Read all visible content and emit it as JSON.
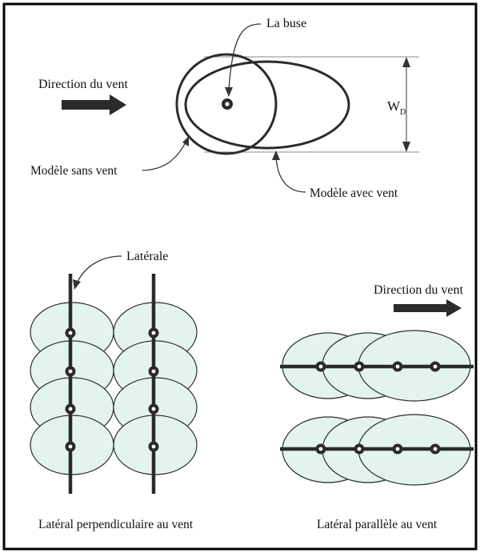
{
  "labels": {
    "nozzle": "La buse",
    "wind_direction_top": "Direction du vent",
    "width_symbol": "W",
    "width_subscript": "D",
    "pattern_no_wind": "Modèle sans vent",
    "pattern_with_wind": "Modèle avec vent",
    "lateral": "Latérale",
    "wind_direction_right": "Direction du vent",
    "caption_perpendicular": "Latéral perpendiculaire au vent",
    "caption_parallel": "Latéral parallèle au vent"
  },
  "colors": {
    "line": "#2b2b2b",
    "fill": "#e3f3ee",
    "border": "#000000"
  },
  "icons": {
    "arrow": "wind-arrow-icon",
    "nozzle": "sprinkler-nozzle-icon"
  }
}
